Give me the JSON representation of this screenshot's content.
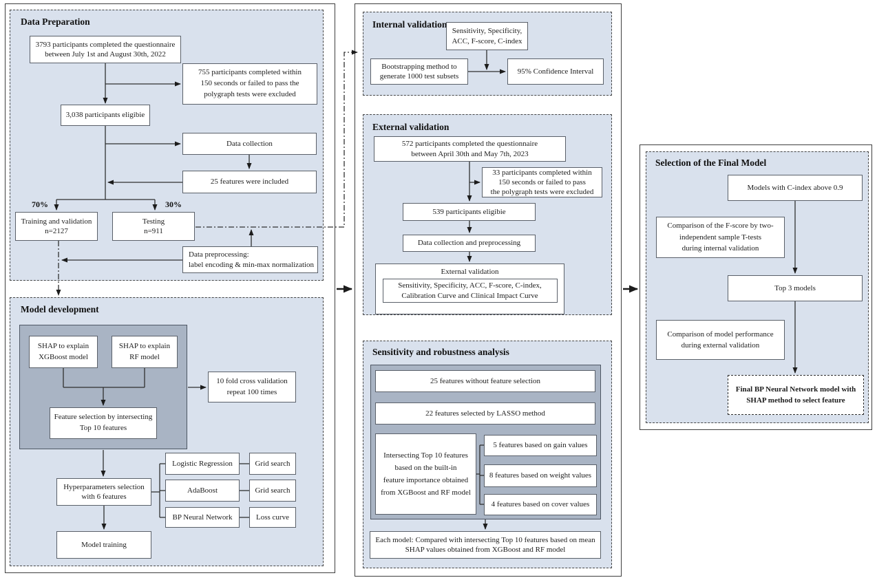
{
  "palette": {
    "section_bg": "#d9e1ed",
    "panel_bg": "#a9b4c4",
    "box_border": "#595f68",
    "frame_border": "#3d3d3d"
  },
  "data_preparation": {
    "title": "Data Preparation",
    "questionnaire": {
      "lines": [
        "3793 participants completed the questionnaire",
        "between July 1st and August 30th, 2022"
      ]
    },
    "excluded": {
      "lines": [
        "755 participants completed within",
        "150 seconds or failed to pass the",
        "polygraph tests were excluded"
      ]
    },
    "eligible": "3,038 participants eligibie",
    "data_collection": "Data collection",
    "features_included": "25 features were included",
    "split_left": "70%",
    "split_right": "30%",
    "training": {
      "lines": [
        "Training and validation",
        "n=2127"
      ]
    },
    "testing": {
      "lines": [
        "Testing",
        "n=911"
      ]
    },
    "preprocessing": {
      "lines": [
        "Data preprocessing:",
        "label encoding & min-max normalization"
      ]
    }
  },
  "model_development": {
    "title": "Model development",
    "shap_xgboost": {
      "lines": [
        "SHAP  to explain",
        "XGBoost model"
      ]
    },
    "shap_rf": {
      "lines": [
        "SHAP  to explain",
        "RF model"
      ]
    },
    "feature_selection": {
      "lines": [
        "Feature selection by intersecting",
        "Top 10 features"
      ]
    },
    "cross_validation": {
      "lines": [
        "10 fold cross validation",
        "repeat 100 times"
      ]
    },
    "hyperparameters": {
      "lines": [
        "Hyperparameters selection",
        "with 6 features"
      ]
    },
    "logistic_regression": "Logistic Regression",
    "grid_search_lr": "Grid search",
    "adaboost": "AdaBoost",
    "grid_search_ada": "Grid search",
    "bp_neural_network": "BP Neural Network",
    "loss_curve": "Loss curve",
    "model_training": "Model training"
  },
  "internal_validation": {
    "title": "Internal validation",
    "metrics": {
      "lines": [
        "Sensitivity, Specificity,",
        "ACC, F-score, C-index"
      ]
    },
    "bootstrapping": {
      "lines": [
        "Bootstrapping method to",
        "generate 1000 test subsets"
      ]
    },
    "confidence_interval": "95% Confidence Interval"
  },
  "external_validation": {
    "title": "External validation",
    "questionnaire": {
      "lines": [
        "572 participants completed the questionnaire",
        "between April 30th and May 7th, 2023"
      ]
    },
    "excluded": {
      "lines": [
        "33 participants completed within",
        "150 seconds or failed to pass",
        "the polygraph tests were excluded"
      ]
    },
    "eligible": "539 participants eligibie",
    "data_collection": "Data collection and  preprocessing",
    "validation_box_title": "External validation",
    "metrics": {
      "lines": [
        "Sensitivity, Specificity, ACC, F-score, C-index,",
        "Calibration Curve and Clinical Impact Curve"
      ]
    }
  },
  "sensitivity_analysis": {
    "title": "Sensitivity and robustness analysis",
    "features_25": "25 features without feature selection",
    "features_22": "22 features selected by LASSO method",
    "intersecting": {
      "lines": [
        "Intersecting Top 10 features",
        "based on the built-in",
        "feature importance obtained",
        "from XGBoost and RF model"
      ]
    },
    "gain": "5 features based on gain values",
    "weight": "8 features based on weight values",
    "cover": "4 features based on cover values",
    "each_model": {
      "lines": [
        "Each model: Compared with intersecting Top 10 features based on mean",
        "SHAP values obtained from XGBoost and RF model"
      ]
    }
  },
  "final_selection": {
    "title": "Selection of the Final Model",
    "c_index": "Models with C-index above 0.9",
    "f_score": {
      "lines": [
        "Comparison of the F-score by two-",
        "independent sample T-tests",
        "during internal validation"
      ]
    },
    "top3": "Top 3 models",
    "performance": {
      "lines": [
        "Comparison of model performance",
        "during external validation"
      ]
    },
    "final_model": {
      "lines": [
        "Final BP  Neural Network model with",
        "SHAP method to select feature"
      ]
    }
  }
}
